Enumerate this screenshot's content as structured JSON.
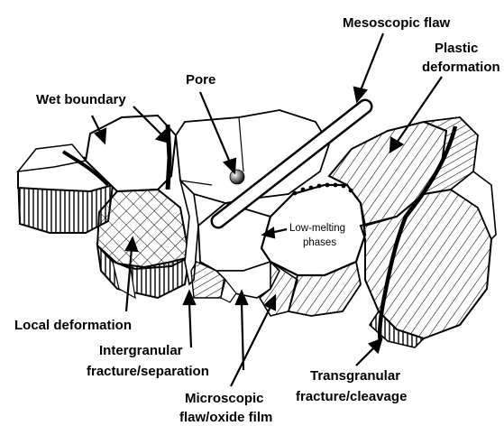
{
  "labels": {
    "mesoscopic_flaw": "Mesoscopic flaw",
    "plastic_deformation_1": "Plastic",
    "plastic_deformation_2": "deformation",
    "pore": "Pore",
    "wet_boundary": "Wet boundary",
    "low_melting_1": "Low-melting",
    "low_melting_2": "phases",
    "local_deformation": "Local deformation",
    "intergranular_1": "Intergranular",
    "intergranular_2": "fracture/separation",
    "microscopic_1": "Microscopic",
    "microscopic_2": "flaw/oxide film",
    "transgranular_1": "Transgranular",
    "transgranular_2": "fracture/cleavage"
  }
}
